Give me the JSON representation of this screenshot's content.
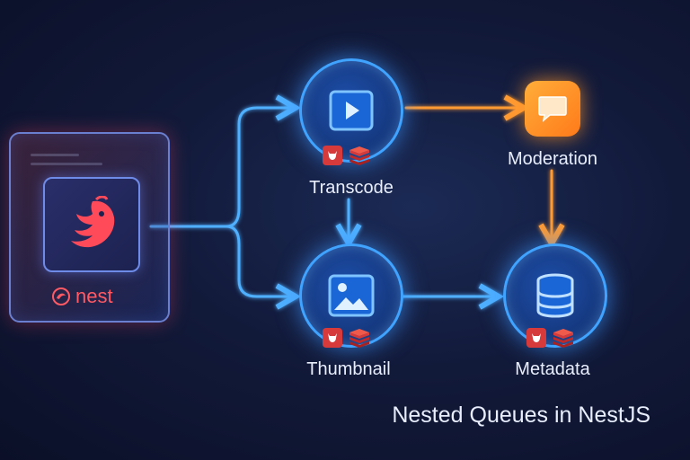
{
  "nodes": {
    "nest": {
      "brand": "nest",
      "icon": "nestjs-logo-icon"
    },
    "transcode": {
      "label": "Transcode",
      "icon": "play-icon",
      "badges": [
        "bull-icon",
        "redis-icon"
      ]
    },
    "thumbnail": {
      "label": "Thumbnail",
      "icon": "image-icon",
      "badges": [
        "bull-icon",
        "redis-icon"
      ]
    },
    "moderation": {
      "label": "Moderation",
      "icon": "chat-bubble-icon"
    },
    "metadata": {
      "label": "Metadata",
      "icon": "database-icon",
      "badges": [
        "bull-icon",
        "redis-icon"
      ]
    }
  },
  "footer": {
    "title": "Nested Queues in NestJS"
  },
  "colors": {
    "background": "#121a3a",
    "queue_blue": "#3fa3ff",
    "moderation_orange": "#ff8a1f",
    "nest_red": "#ff4a5a",
    "text": "#e8eefc"
  }
}
